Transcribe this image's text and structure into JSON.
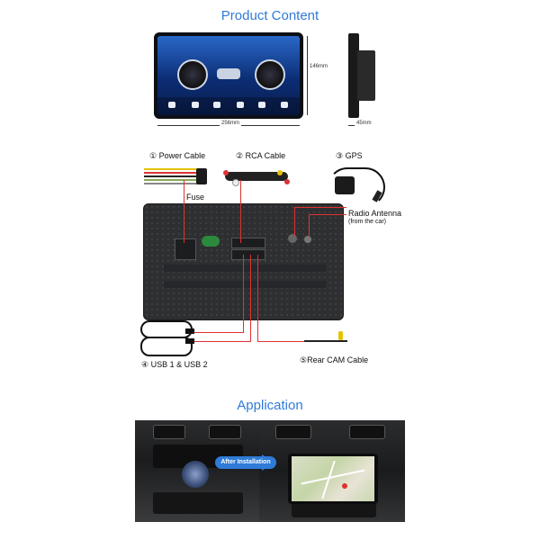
{
  "sections": {
    "product_title": "Product Content",
    "application_title": "Application"
  },
  "dimensions": {
    "width": "256mm",
    "height": "146mm",
    "depth": "45mm"
  },
  "components": {
    "power_cable": "① Power Cable",
    "rca_cable": "② RCA Cable",
    "gps": "③ GPS",
    "usb": "④ USB 1 & USB 2",
    "rear_cam": "⑤Rear CAM Cable",
    "fuse": "Fuse",
    "radio_antenna": "Radio Antenna",
    "radio_antenna_note": "(from the car)"
  },
  "application": {
    "badge": "After Installation"
  },
  "colors": {
    "accent_blue": "#2f7bd8",
    "callout_red": "#e03131"
  }
}
